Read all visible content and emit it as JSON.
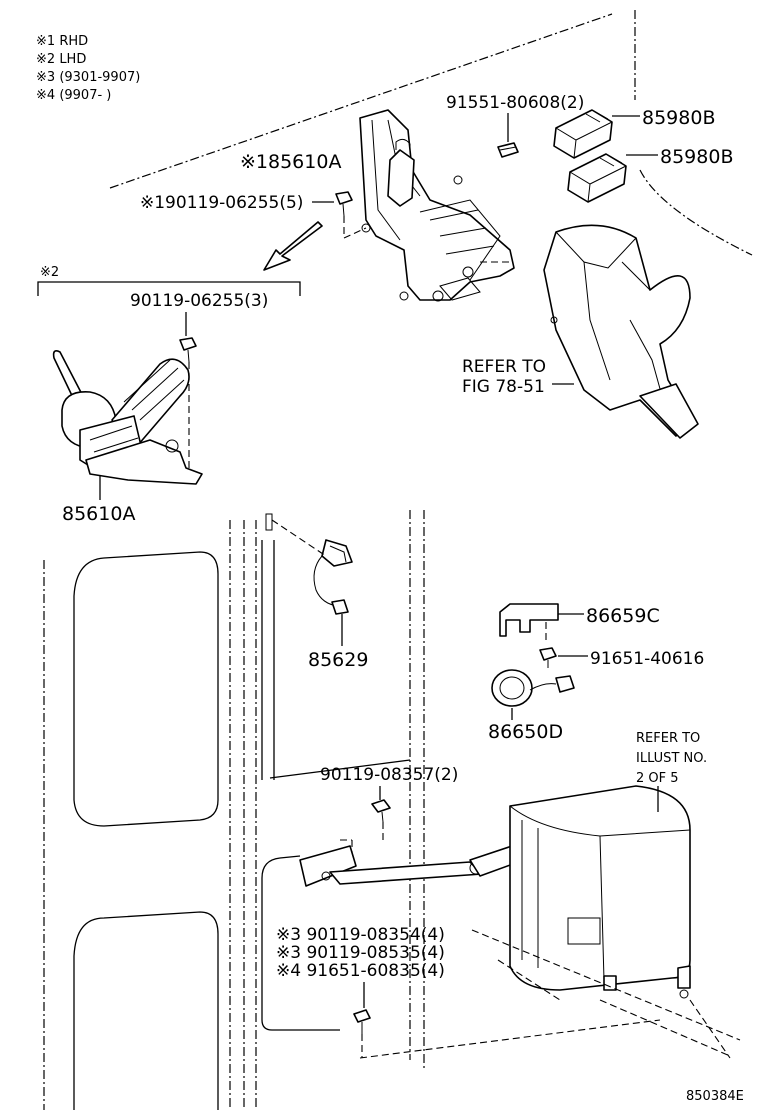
{
  "notes": [
    {
      "mark": "※1",
      "text": "RHD"
    },
    {
      "mark": "※2",
      "text": "LHD"
    },
    {
      "mark": "※3",
      "text": "(9301-9907)"
    },
    {
      "mark": "※4",
      "text": "(9907-     )"
    }
  ],
  "callouts": {
    "bolt_91551": "91551-80608(2)",
    "relay_a": "85980B",
    "relay_b": "85980B",
    "motor_rhd": "※185610A",
    "bolt_rhd": "※190119-06255(5)",
    "lhd_section": "※2",
    "bolt_lhd": "90119-06255(3)",
    "motor_lhd": "85610A",
    "refer_fig_1": "REFER TO",
    "refer_fig_2": "FIG 78-51",
    "harness": "85629",
    "bracket": "86659C",
    "screw_91651": "91651-40616",
    "horn": "86650D",
    "refer_illust_1": "REFER TO",
    "refer_illust_2": "ILLUST NO.",
    "refer_illust_3": "2 OF 5",
    "bolt_08357": "90119-08357(2)",
    "bolt_08354": "※3 90119-08354(4)",
    "bolt_08535": "※3 90119-08535(4)",
    "bolt_60835": "※4 91651-60835(4)",
    "figure_id": "850384E"
  }
}
